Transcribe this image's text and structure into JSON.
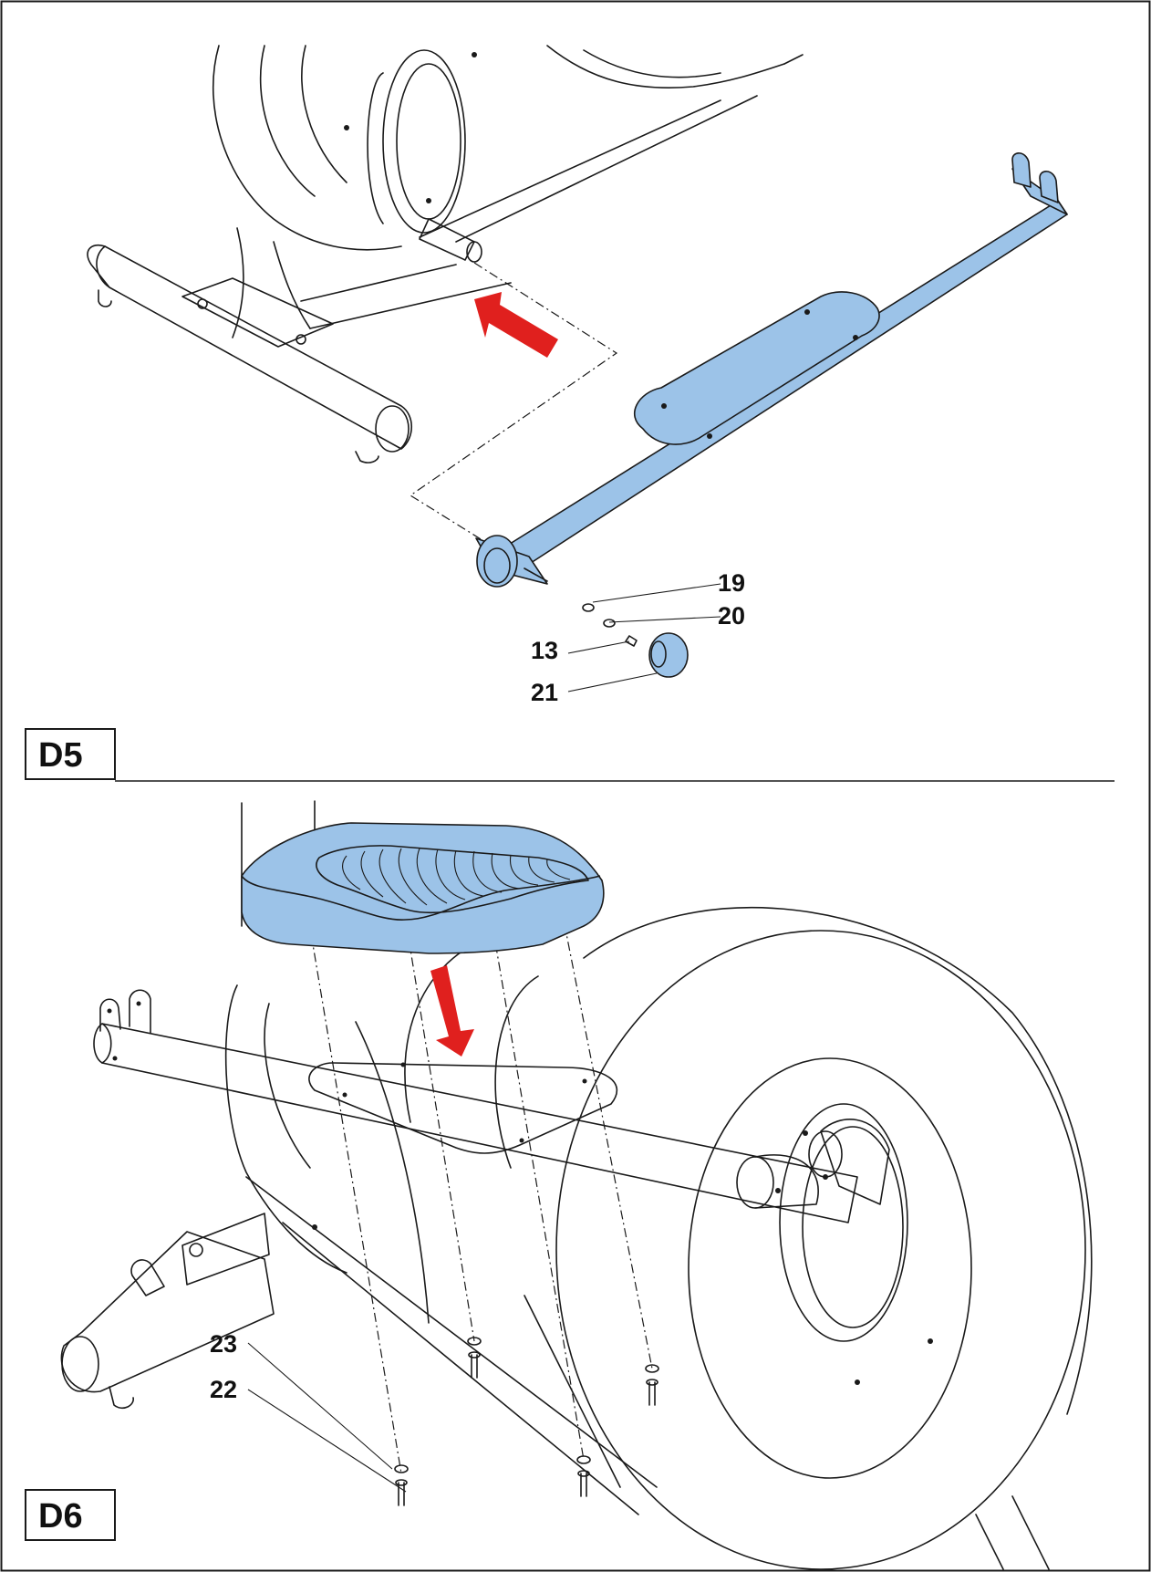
{
  "colors": {
    "part_fill": "#9cc3e8",
    "arrow": "#e0201e",
    "line": "#1a1a1a",
    "background": "#ffffff"
  },
  "panels": [
    {
      "step": "D5",
      "callouts": [
        "19",
        "20",
        "13",
        "21"
      ]
    },
    {
      "step": "D6",
      "callouts": [
        "23",
        "22"
      ]
    }
  ]
}
